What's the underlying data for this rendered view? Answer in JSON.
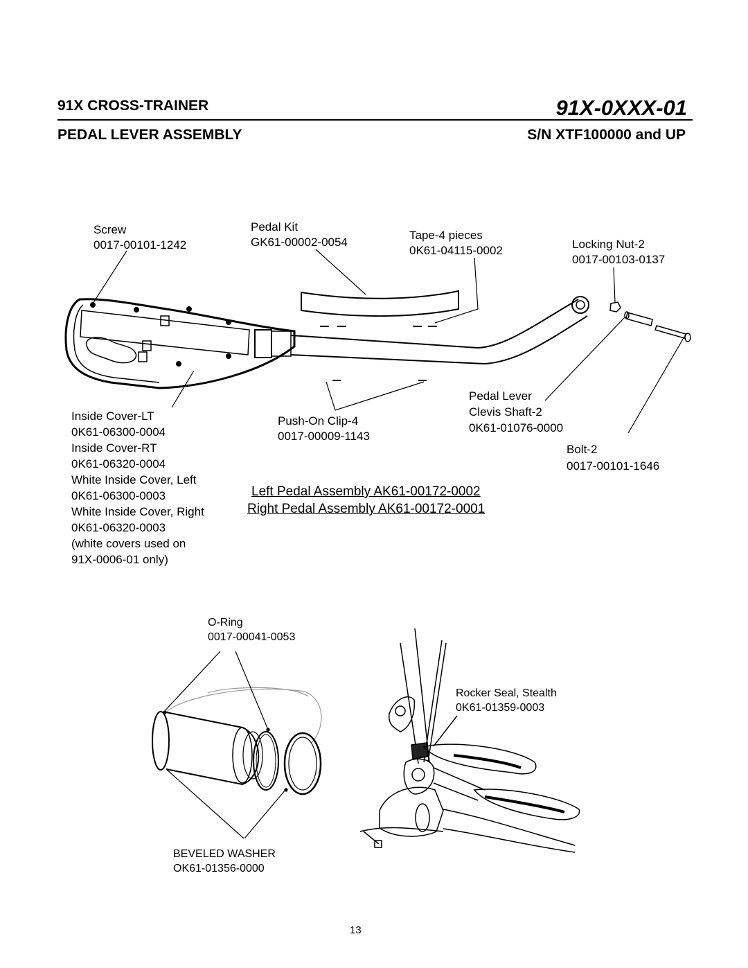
{
  "header": {
    "model": "91X CROSS-TRAINER",
    "doc_number": "91X-0XXX-01",
    "section": "PEDAL LEVER ASSEMBLY",
    "serial": "S/N XTF100000 and UP"
  },
  "callouts": {
    "screw": {
      "name": "Screw",
      "part": "0017-00101-1242"
    },
    "pedal_kit": {
      "name": "Pedal Kit",
      "part": "GK61-00002-0054"
    },
    "tape": {
      "name": "Tape-4 pieces",
      "part": "0K61-04115-0002"
    },
    "locking_nut": {
      "name": "Locking Nut-2",
      "part": "0017-00103-0137"
    },
    "inside_cover": {
      "line1": "Inside Cover-LT",
      "line2": "0K61-06300-0004",
      "line3": "Inside Cover-RT",
      "line4": "0K61-06320-0004",
      "line5": "White Inside Cover, Left",
      "line6": "0K61-06300-0003",
      "line7": "White Inside Cover, Right",
      "line8": "0K61-06320-0003",
      "line9": "(white covers used on",
      "line10": "91X-0006-01 only)"
    },
    "push_on_clip": {
      "name": "Push-On Clip-4",
      "part": "0017-00009-1143"
    },
    "clevis": {
      "line1": "Pedal Lever",
      "line2": "Clevis Shaft-2",
      "part": "0K61-01076-0000"
    },
    "bolt": {
      "name": "Bolt-2",
      "part": "0017-00101-1646"
    },
    "o_ring": {
      "name": "O-Ring",
      "part": "0017-00041-0053"
    },
    "rocker_seal": {
      "name": "Rocker Seal, Stealth",
      "part": "0K61-01359-0003"
    },
    "beveled_washer": {
      "name": "BEVELED WASHER",
      "part": "OK61-01356-0000"
    }
  },
  "assemblies": {
    "left": "Left Pedal Assembly AK61-00172-0002",
    "right": "Right Pedal Assembly AK61-00172-0001"
  },
  "page_number": "13"
}
